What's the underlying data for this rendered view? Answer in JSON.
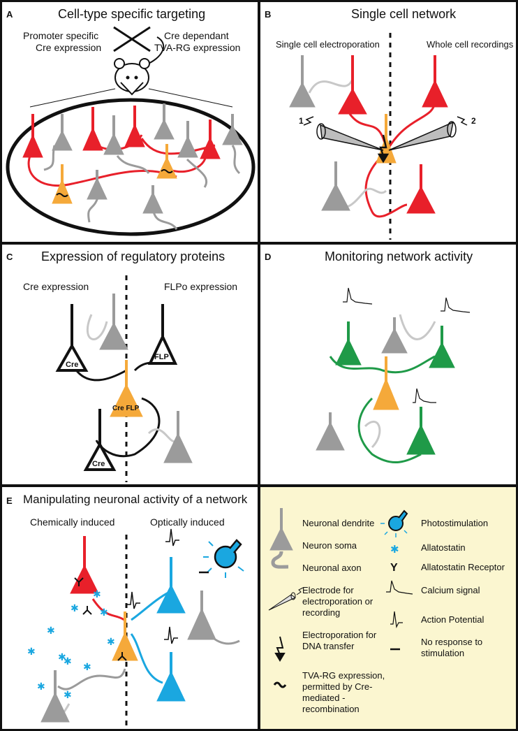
{
  "panels": {
    "a": {
      "label": "A",
      "title": "Cell-type specific targeting",
      "left_text": [
        "Promoter specific",
        "Cre expression"
      ],
      "right_text": [
        "Cre dependant",
        "TVA-RG expression"
      ]
    },
    "b": {
      "label": "B",
      "title": "Single cell network",
      "left_text": "Single cell electroporation",
      "right_text": "Whole cell recordings",
      "electrode_1": "1",
      "electrode_2": "2"
    },
    "c": {
      "label": "C",
      "title": "Expression of regulatory proteins",
      "left_text": "Cre expression",
      "right_text": "FLPo expression",
      "cre_label": "Cre",
      "flp_label": "FLP",
      "creflp_label": "Cre FLP"
    },
    "d": {
      "label": "D",
      "title": "Monitoring network activity"
    },
    "e": {
      "label": "E",
      "title": "Manipulating neuronal activity of a network",
      "left_text": "Chemically induced",
      "right_text": "Optically induced"
    }
  },
  "legend": {
    "items": [
      {
        "icon": "dendrite-icon",
        "text": "Neuronal dendrite"
      },
      {
        "icon": "soma-icon",
        "text": "Neuron soma"
      },
      {
        "icon": "axon-icon",
        "text": "Neuronal axon"
      },
      {
        "icon": "electrode-icon",
        "text": "Electrode for electroporation or recording"
      },
      {
        "icon": "electroporation-icon",
        "text": "Electroporation for DNA transfer"
      },
      {
        "icon": "tva-rg-icon",
        "text": "TVA-RG expression, permitted by Cre-mediated -recombination"
      },
      {
        "icon": "photostimulation-icon",
        "text": "Photostimulation"
      },
      {
        "icon": "allatostatin-icon",
        "text": "Allatostatin"
      },
      {
        "icon": "allatostatin-receptor-icon",
        "text": "Allatostatin Receptor"
      },
      {
        "icon": "calcium-signal-icon",
        "text": "Calcium signal"
      },
      {
        "icon": "action-potential-icon",
        "text": "Action Potential"
      },
      {
        "icon": "no-response-icon",
        "text": "No response to stimulation"
      }
    ]
  },
  "colors": {
    "red": "#e8202a",
    "gray": "#9b9b9b",
    "lightgray": "#c8c8c8",
    "orange": "#f5a93a",
    "green": "#1f9a48",
    "blue": "#1aa7e0",
    "black": "#111111",
    "legend_bg": "#fbf6d0"
  }
}
